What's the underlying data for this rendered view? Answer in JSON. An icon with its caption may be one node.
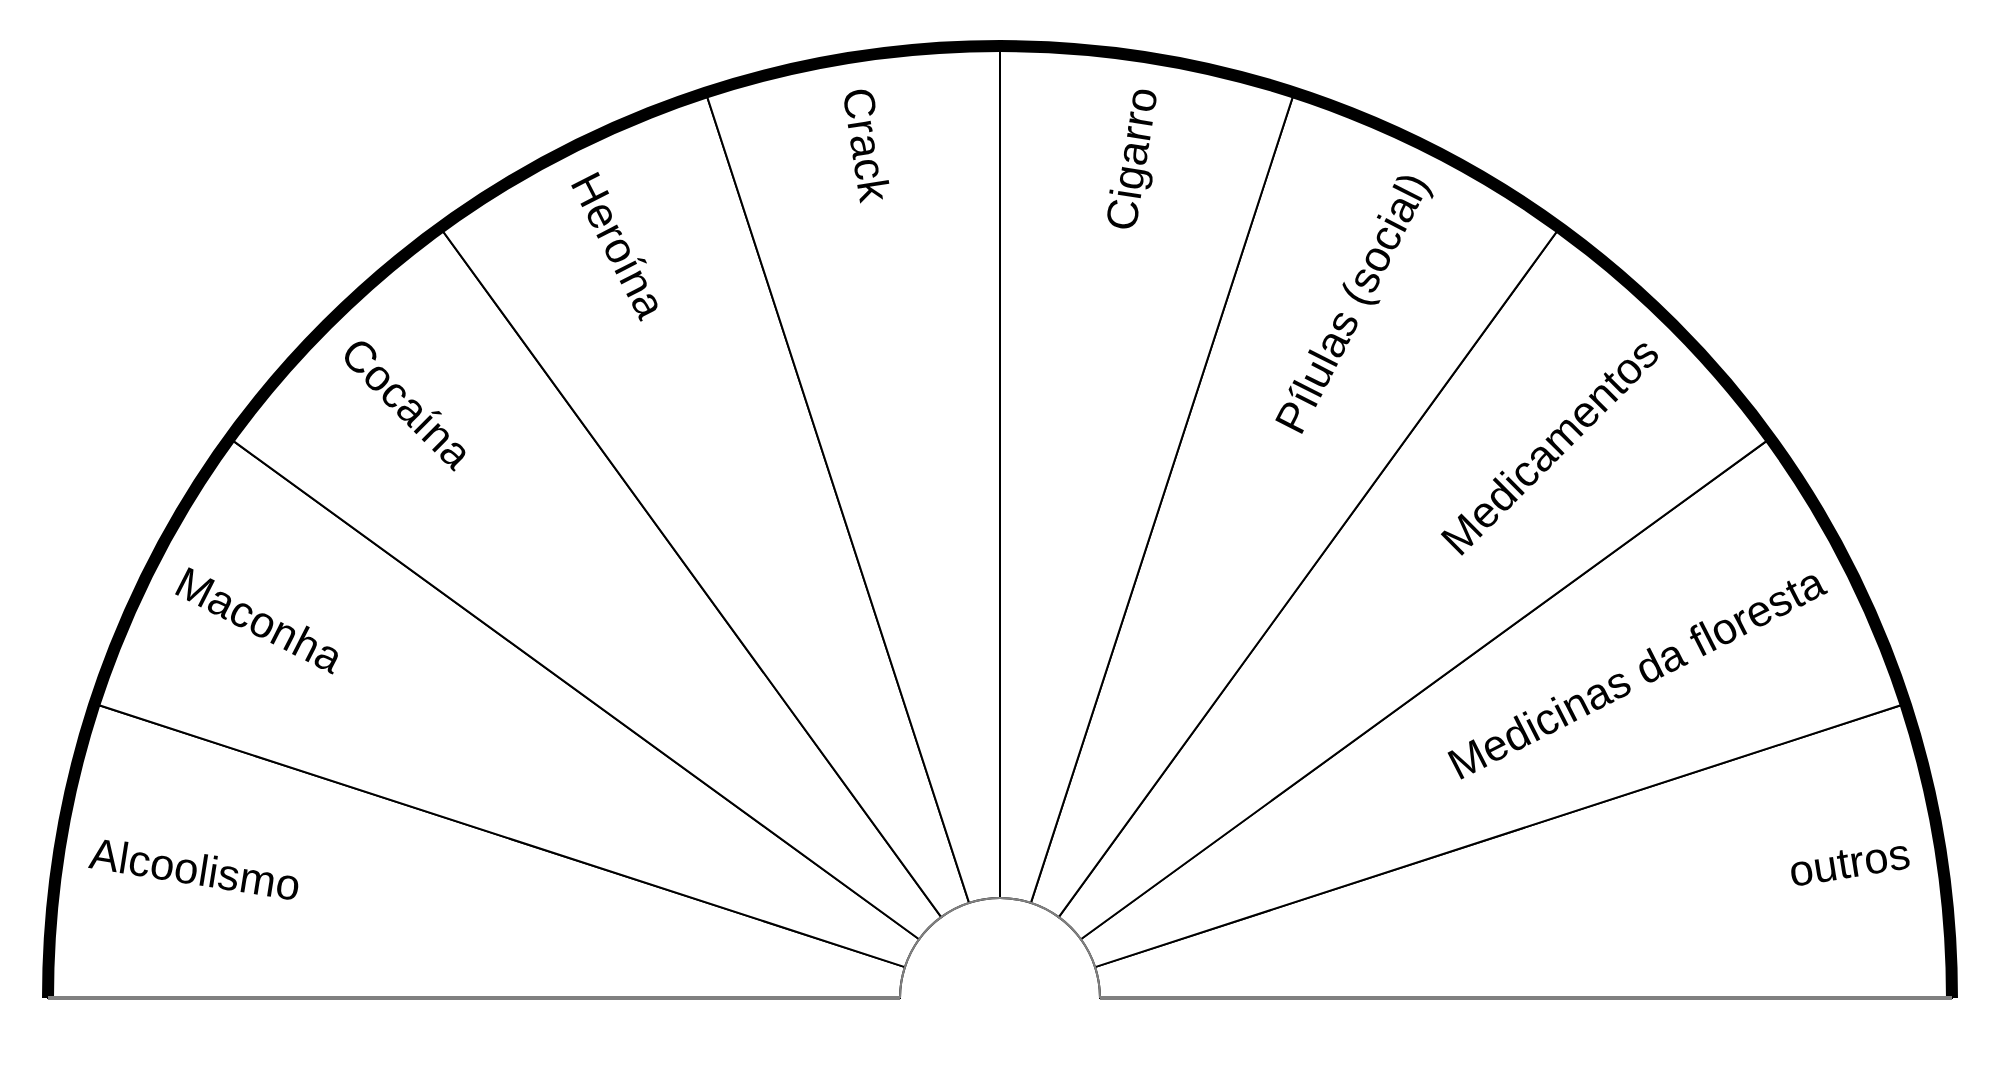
{
  "diagram": {
    "nodes": [
      {
        "text": [
          "Alcoolismo"
        ]
      },
      {
        "text": [
          "Maconha"
        ]
      },
      {
        "text": [
          "Cocaína"
        ]
      },
      {
        "text": [
          "Heroína"
        ]
      },
      {
        "text": [
          "Crack"
        ]
      },
      {
        "text": [
          "Cigarro"
        ]
      },
      {
        "text": [
          "Pílulas (social)"
        ]
      },
      {
        "text": [
          "Medicamentos"
        ]
      },
      {
        "text": [
          "Medicinas da floresta"
        ]
      },
      {
        "text": [
          "outros"
        ]
      }
    ]
  }
}
